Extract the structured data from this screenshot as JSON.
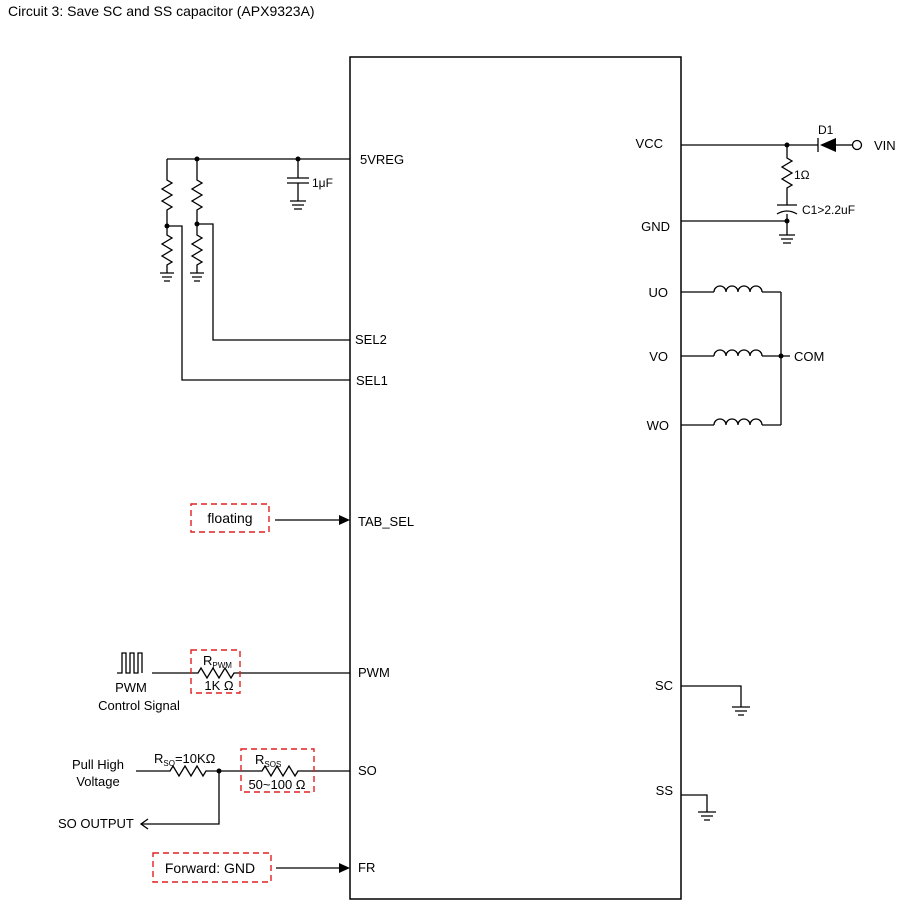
{
  "title": "Circuit 3: Save  SC and SS capacitor (APX9323A)",
  "ic_pins": {
    "left": [
      "5VREG",
      "SEL2",
      "SEL1",
      "TAB_SEL",
      "PWM",
      "SO",
      "FR"
    ],
    "right": [
      "VCC",
      "GND",
      "UO",
      "VO",
      "WO",
      "SC",
      "SS"
    ]
  },
  "components": {
    "cap_5vreg": "1μF",
    "d1": "D1",
    "vin": "VIN",
    "r_vcc": "1Ω",
    "c1": "C1>2.2uF",
    "com": "COM",
    "floating": "floating",
    "rpwm_main": "R",
    "rpwm_sub": "PWM",
    "rpwm_value": "1K Ω",
    "pwm_line1": "PWM",
    "pwm_line2": "Control Signal",
    "pull_line1": "Pull High",
    "pull_line2": "Voltage",
    "rso_main": "R",
    "rso_sub": "SO",
    "rso_value": "=10KΩ",
    "rsos_main": "R",
    "rsos_sub": "SOS",
    "rsos_value": "50~100 Ω",
    "so_output": "SO OUTPUT",
    "forward_gnd": "Forward: GND"
  }
}
